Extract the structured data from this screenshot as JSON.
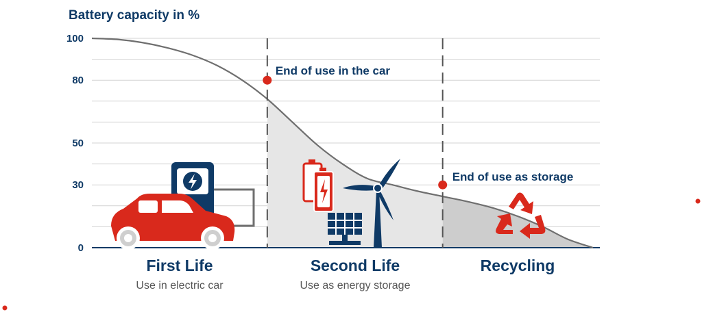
{
  "chart_data": {
    "type": "area",
    "ylabel": "Battery capacity in %",
    "ylim": [
      0,
      100
    ],
    "y_ticks": [
      0,
      30,
      50,
      80,
      100
    ],
    "x": [
      0,
      5,
      10,
      15,
      20,
      25,
      30,
      35,
      40,
      45,
      50,
      55,
      60,
      65,
      70,
      75,
      80,
      85,
      90,
      95,
      100
    ],
    "y": [
      100,
      99.5,
      98,
      95.5,
      92,
      87,
      80,
      71,
      60,
      49,
      40,
      33,
      30,
      27,
      24.5,
      22,
      19,
      15,
      10,
      4,
      0
    ],
    "phases": [
      {
        "title": "First Life",
        "subtitle": "Use in electric car",
        "x_start": 0,
        "x_end": 35
      },
      {
        "title": "Second Life",
        "subtitle": "Use as energy storage",
        "x_start": 35,
        "x_end": 70
      },
      {
        "title": "Recycling",
        "subtitle": "",
        "x_start": 70,
        "x_end": 100
      }
    ],
    "annotations": [
      {
        "text": "End of use in the car",
        "x": 35,
        "y": 80
      },
      {
        "text": "End of use as storage",
        "x": 70,
        "y": 30
      }
    ],
    "grid": true,
    "colors": {
      "navy": "#0f3a66",
      "red": "#d9291c",
      "curve": "#6f6f6f",
      "grid": "#d3d3d3",
      "second_fill": "#e6e6e6",
      "recycling_fill": "#cdcdcd",
      "divider": "#555555"
    }
  },
  "icons": [
    "car-icon",
    "charging-station-icon",
    "battery-icon",
    "solar-panel-icon",
    "wind-turbine-icon",
    "recycle-icon"
  ]
}
